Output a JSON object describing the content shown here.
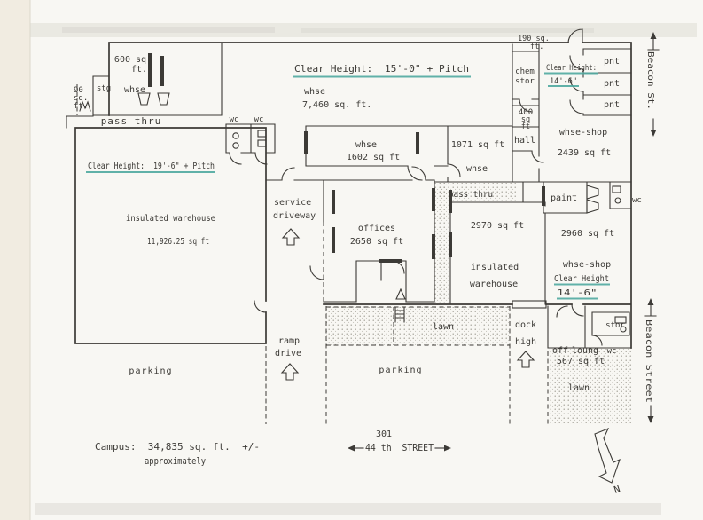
{
  "colors": {
    "ink": "#3c3a36",
    "teal": "#4fa8a0",
    "paper": "#f8f7f3",
    "stipple": "#97948a"
  },
  "t": {
    "a600_1": "600 sq.",
    "a600_2": "ft.",
    "whse_tl": "whse",
    "stg": "stg",
    "a90_1": "90",
    "a90_2": "sq.",
    "a90_3": "ft.",
    "pass_top": "pass thru",
    "ch15": "Clear Height:  15'-0\" + Pitch",
    "whse7460_n": "whse",
    "whse7460_a": "7,460 sq. ft.",
    "a190_1": "190 sq.",
    "a190_2": "ft.",
    "chem1": "chem",
    "chem2": "stor",
    "ch14a_1": "Clear Height:",
    "ch14a_2": "14'-6\"",
    "pnt1": "pnt",
    "pnt2": "pnt",
    "pnt3": "pnt",
    "beacon_st": "Beacon St.",
    "a400_1": "400",
    "a400_2": "sq",
    "a400_3": "ft",
    "hall": "hall",
    "shop2439_n": "whse-shop",
    "shop2439_a": "2439 sq ft",
    "wc1": "wc",
    "wc2": "wc",
    "whse1602_n": "whse",
    "whse1602_a": "1602 sq ft",
    "whse1071_a": "1071 sq ft",
    "whse1071_n": "whse",
    "pass_mid": "pass thru",
    "ch19": "Clear Height:  19'-6\" + Pitch",
    "inswhse_n": "insulated warehouse",
    "inswhse_a": "11,926.25 sq ft",
    "service1": "service",
    "service2": "driveway",
    "offices_n": "offices",
    "offices_a": "2650 sq ft",
    "whse2970_a": "2970 sq ft",
    "whse2970_1": "insulated",
    "whse2970_2": "warehouse",
    "paint": "paint",
    "wc3": "wc",
    "shop2960_a": "2960 sq ft",
    "shop2960_n": "whse-shop",
    "ch14b_1": "Clear Height",
    "ch14b_2": "14'-6\"",
    "ramp1": "ramp",
    "ramp2": "drive",
    "lawn1": "lawn",
    "dock1": "dock",
    "dock2": "high",
    "stor2": "stor",
    "off": "off",
    "loung": "loung",
    "wc4": "wc",
    "a567": "567 sq ft",
    "lawn2": "lawn",
    "beacon_street": "Beacon Street",
    "parking1": "parking",
    "parking2": "parking",
    "campus1": "Campus:  34,835 sq. ft.  +/-",
    "campus2": "approximately",
    "no301": "301",
    "street44": "44 th  STREET",
    "north": "N"
  }
}
